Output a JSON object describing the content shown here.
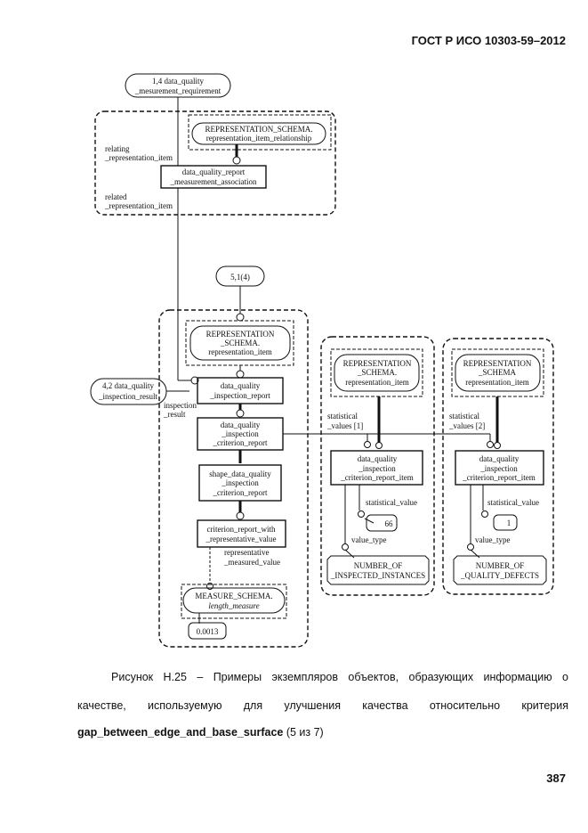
{
  "header": {
    "doc_code": "ГОСТ Р ИСО 10303-59–2012"
  },
  "diagram": {
    "ref_top_line1": "1,4 data_quality",
    "ref_top_line2": "_mesurement_requirement",
    "rep_rel_line1": "REPRESENTATION_SCHEMA.",
    "rep_rel_line2": "representation_item_relationship",
    "relating_line1": "relating",
    "relating_line2": "_representation_item",
    "dq_assoc_line1": "data_quality_report",
    "dq_assoc_line2": "_measurement_association",
    "related_line1": "related",
    "related_line2": "_representation_item",
    "ref_51": "5,1(4)",
    "rep_item_line1": "REPRESENTATION",
    "rep_item_line2": "_SCHEMA.",
    "rep_item_line3": "representation_item",
    "ref_42_line1": "4,2 data_quality",
    "ref_42_line2": "_inspection_result",
    "inspection_result_line1": "inspection",
    "inspection_result_line2": "_result",
    "insp_report_line1": "data_quality",
    "insp_report_line2": "_inspection_report",
    "crit_report_line1": "data_quality",
    "crit_report_line2": "_inspection",
    "crit_report_line3": "_criterion_report",
    "shape_crit_line1": "shape_data_quality",
    "shape_crit_line2": "_inspection",
    "shape_crit_line3": "_criterion_report",
    "crit_rep_val_line1": "criterion_report_with",
    "crit_rep_val_line2": "_representative_value",
    "rep_meas_line1": "representative",
    "rep_meas_line2": "_measured_value",
    "measure_line1": "MEASURE_SCHEMA.",
    "measure_line2": "length_measure",
    "measure_value": "0.0013",
    "stat1_line1": "statistical",
    "stat1_line2": "_values [1]",
    "stat2_line1": "statistical",
    "stat2_line2": "_values [2]",
    "rep_a_line1": "REPRESENTATION",
    "rep_a_line2": "_SCHEMA.",
    "rep_a_line3": "representation_item",
    "rep_b_line1": "REPRESENTATION",
    "rep_b_line2": "_SCHEMA",
    "rep_b_line3": "representation_item",
    "item_a_line1": "data_quality",
    "item_a_line2": "_inspection",
    "item_a_line3": "_criterion_report_item",
    "item_b_line1": "data_quality",
    "item_b_line2": "_inspection",
    "item_b_line3": "_criterion_report_item",
    "stat_value_a": "statistical_value",
    "stat_value_b": "statistical_value",
    "value_66": "66",
    "value_1": "1",
    "value_type_a": "value_type",
    "value_type_b": "value_type",
    "enum_a_line1": "NUMBER_OF",
    "enum_a_line2": "_INSPECTED_INSTANCES",
    "enum_b_line1": "NUMBER_OF",
    "enum_b_line2": "_QUALITY_DEFECTS"
  },
  "caption": {
    "line1": "Рисунок H.25 – Примеры экземпляров объектов, образующих информацию о",
    "line2": "качестве, используемую для улучшения качества относительно критерия",
    "line3_bold": "gap_between_edge_and_base_surface",
    "line3_rest": " (5 из 7)"
  },
  "footer": {
    "page_number": "387"
  }
}
